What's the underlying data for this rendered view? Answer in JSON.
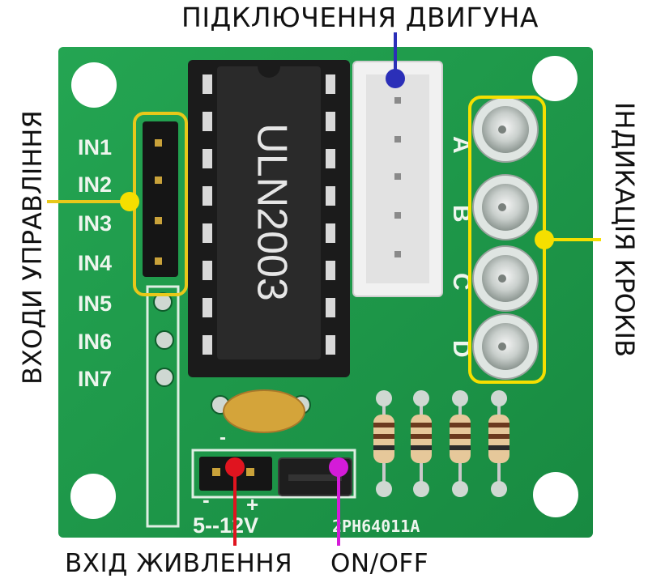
{
  "annotations": {
    "motor_connection": "ПІДКЛЮЧЕННЯ  ДВИГУНА",
    "control_inputs": "ВХОДИ УПРАВЛІННЯ",
    "step_indication": "ІНДИКАЦІЯ КРОКІВ",
    "power_input": "ВХІД ЖИВЛЕННЯ",
    "on_off": "ON/OFF"
  },
  "board": {
    "chip_label": "ULN2003",
    "inputs": [
      "IN1",
      "IN2",
      "IN3",
      "IN4",
      "IN5",
      "IN6",
      "IN7"
    ],
    "connector_letters": [
      "A",
      "B",
      "C",
      "D"
    ],
    "power_signs": [
      "-",
      "+"
    ],
    "voltage": "5--12V",
    "model": "2PH64011A"
  },
  "colors": {
    "pcb": "#1f9a4b",
    "callout_yellow": "#f5df00",
    "callout_blue": "#2b2fb8",
    "callout_red": "#e0141f",
    "callout_magenta": "#d41bd8",
    "callout_highlight": "#e8c81a"
  }
}
